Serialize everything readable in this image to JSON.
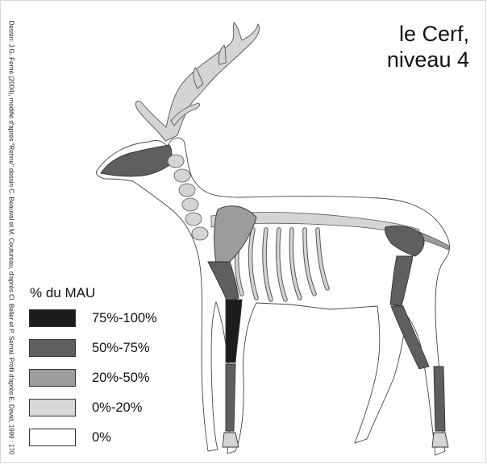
{
  "title": {
    "line1": "le Cerf,",
    "line2": "niveau 4"
  },
  "credit": "Dessin: J.G. Ferrié (2004), modifié d'après \"Renne\" dessin C. Beauval et M. Coutureau, d'après Cl. Beller et P. Semal. Profil d'après E. David, 1999 : 170",
  "legend": {
    "title": "% du MAU",
    "items": [
      {
        "label": "75%-100%",
        "color": "#1c1c1c"
      },
      {
        "label": "50%-75%",
        "color": "#5f5f5f"
      },
      {
        "label": "20%-50%",
        "color": "#9c9c9c"
      },
      {
        "label": "0%-20%",
        "color": "#d8d8d8"
      },
      {
        "label": "0%",
        "color": "#ffffff"
      }
    ]
  }
}
